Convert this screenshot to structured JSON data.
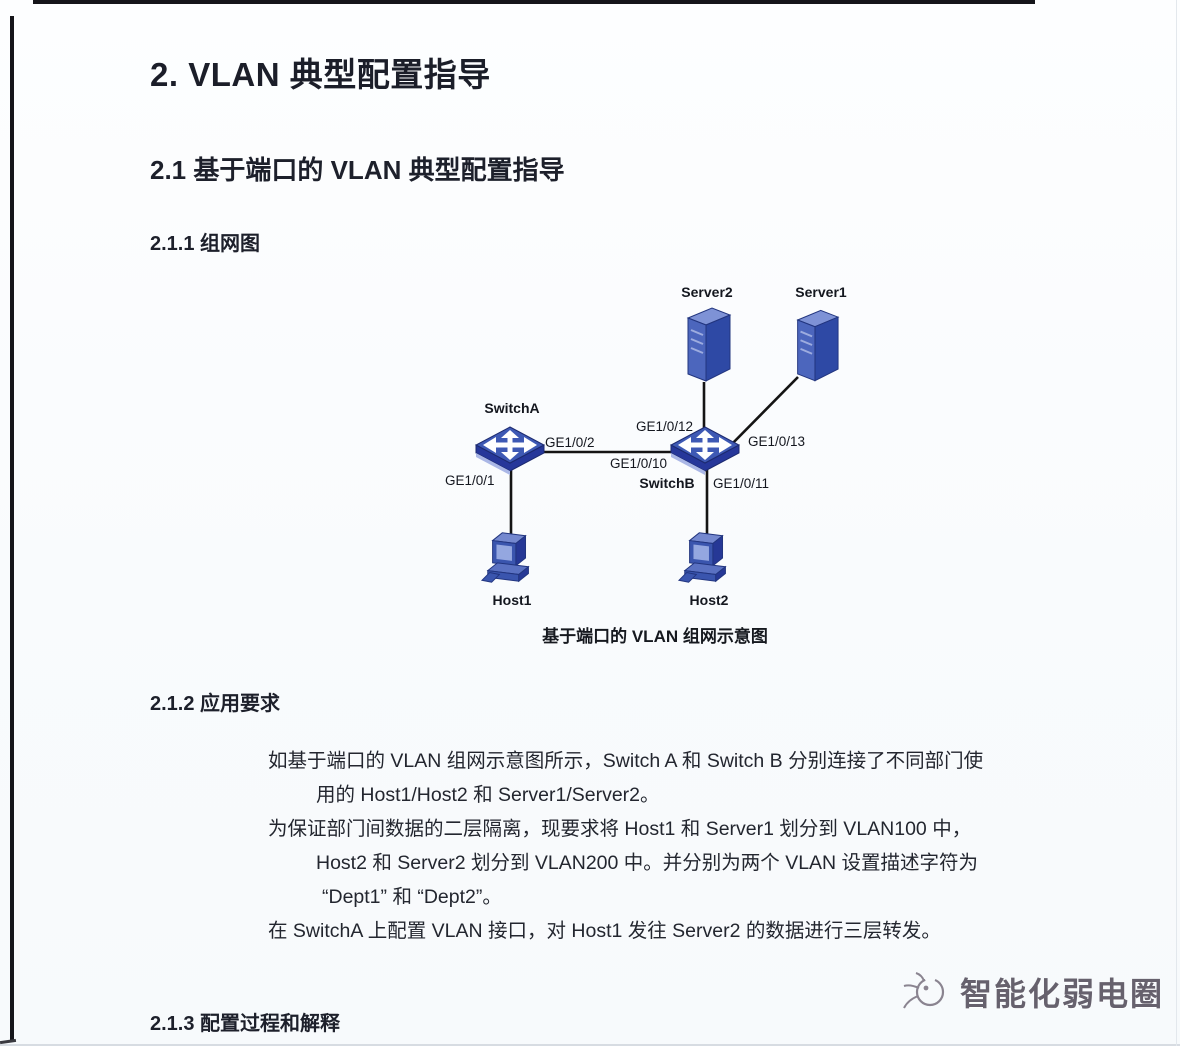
{
  "document": {
    "title": "2. VLAN 典型配置指导",
    "section_2_1": "2.1  基于端口的 VLAN 典型配置指导",
    "section_2_1_1": "2.1.1  组网图",
    "section_2_1_2": "2.1.2  应用要求",
    "section_2_1_3": "2.1.3  配置过程和解释"
  },
  "diagram": {
    "caption": "基于端口的 VLAN 组网示意图",
    "devices": {
      "server1": "Server1",
      "server2": "Server2",
      "switch_a": "SwitchA",
      "switch_b": "SwitchB",
      "host1": "Host1",
      "host2": "Host2"
    },
    "ports": {
      "ge1_0_1": "GE1/0/1",
      "ge1_0_2": "GE1/0/2",
      "ge1_0_10": "GE1/0/10",
      "ge1_0_11": "GE1/0/11",
      "ge1_0_12": "GE1/0/12",
      "ge1_0_13": "GE1/0/13"
    },
    "links": [
      {
        "from": "SwitchA",
        "to": "SwitchB"
      },
      {
        "from": "SwitchA",
        "to": "Host1"
      },
      {
        "from": "SwitchB",
        "to": "Server2"
      },
      {
        "from": "SwitchB",
        "to": "Server1"
      },
      {
        "from": "SwitchB",
        "to": "Host2"
      }
    ]
  },
  "paragraphs": [
    {
      "lines": [
        "如基于端口的 VLAN 组网示意图所示，Switch A 和 Switch B 分别连接了不同部门使",
        "用的 Host1/Host2 和 Server1/Server2。"
      ]
    },
    {
      "lines": [
        "为保证部门间数据的二层隔离，现要求将 Host1 和 Server1 划分到 VLAN100 中，",
        "Host2 和 Server2 划分到 VLAN200 中。并分别为两个 VLAN 设置描述字符为",
        "“Dept1” 和 “Dept2”。"
      ]
    },
    {
      "lines": [
        "在 SwitchA 上配置 VLAN 接口，对 Host1 发往 Server2 的数据进行三层转发。"
      ]
    }
  ],
  "watermark": {
    "text": "智能化弱电圈"
  },
  "colors": {
    "device_blue": "#2e49a5",
    "device_blue_dark": "#263896",
    "device_blue_mid": "#4c66bd",
    "device_blue_light": "#7e92d6",
    "screen_blue": "#94a7e0",
    "link_line": "#141414",
    "text_dark": "#23262f",
    "watermark_gray": "#57515e"
  }
}
